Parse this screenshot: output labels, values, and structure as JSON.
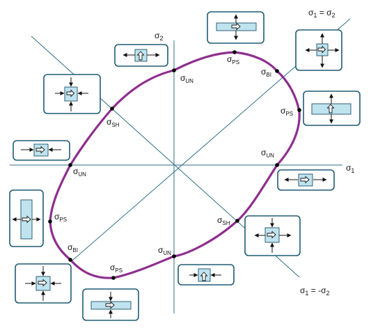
{
  "axes": {
    "x_label": {
      "main": "σ",
      "sub": "1"
    },
    "y_label": {
      "main": "σ",
      "sub": "2"
    },
    "diag1": {
      "text": "σ",
      "sub1": "1",
      "eq": " = σ",
      "sub2": "2"
    },
    "diag2": {
      "text": "σ",
      "sub1": "1",
      "eq": " = -σ",
      "sub2": "2"
    }
  },
  "points": [
    {
      "sub": "UN",
      "label": "σUN"
    },
    {
      "sub": "BI",
      "label": "σBI"
    },
    {
      "sub": "PS",
      "label": "σPS"
    },
    {
      "sub": "SH",
      "label": "σSH"
    }
  ],
  "colors": {
    "curve": "#8e2f8e",
    "axes": "#2f6f86",
    "inset_border": "#1e5b74",
    "specimen": "#bfe3ef"
  }
}
